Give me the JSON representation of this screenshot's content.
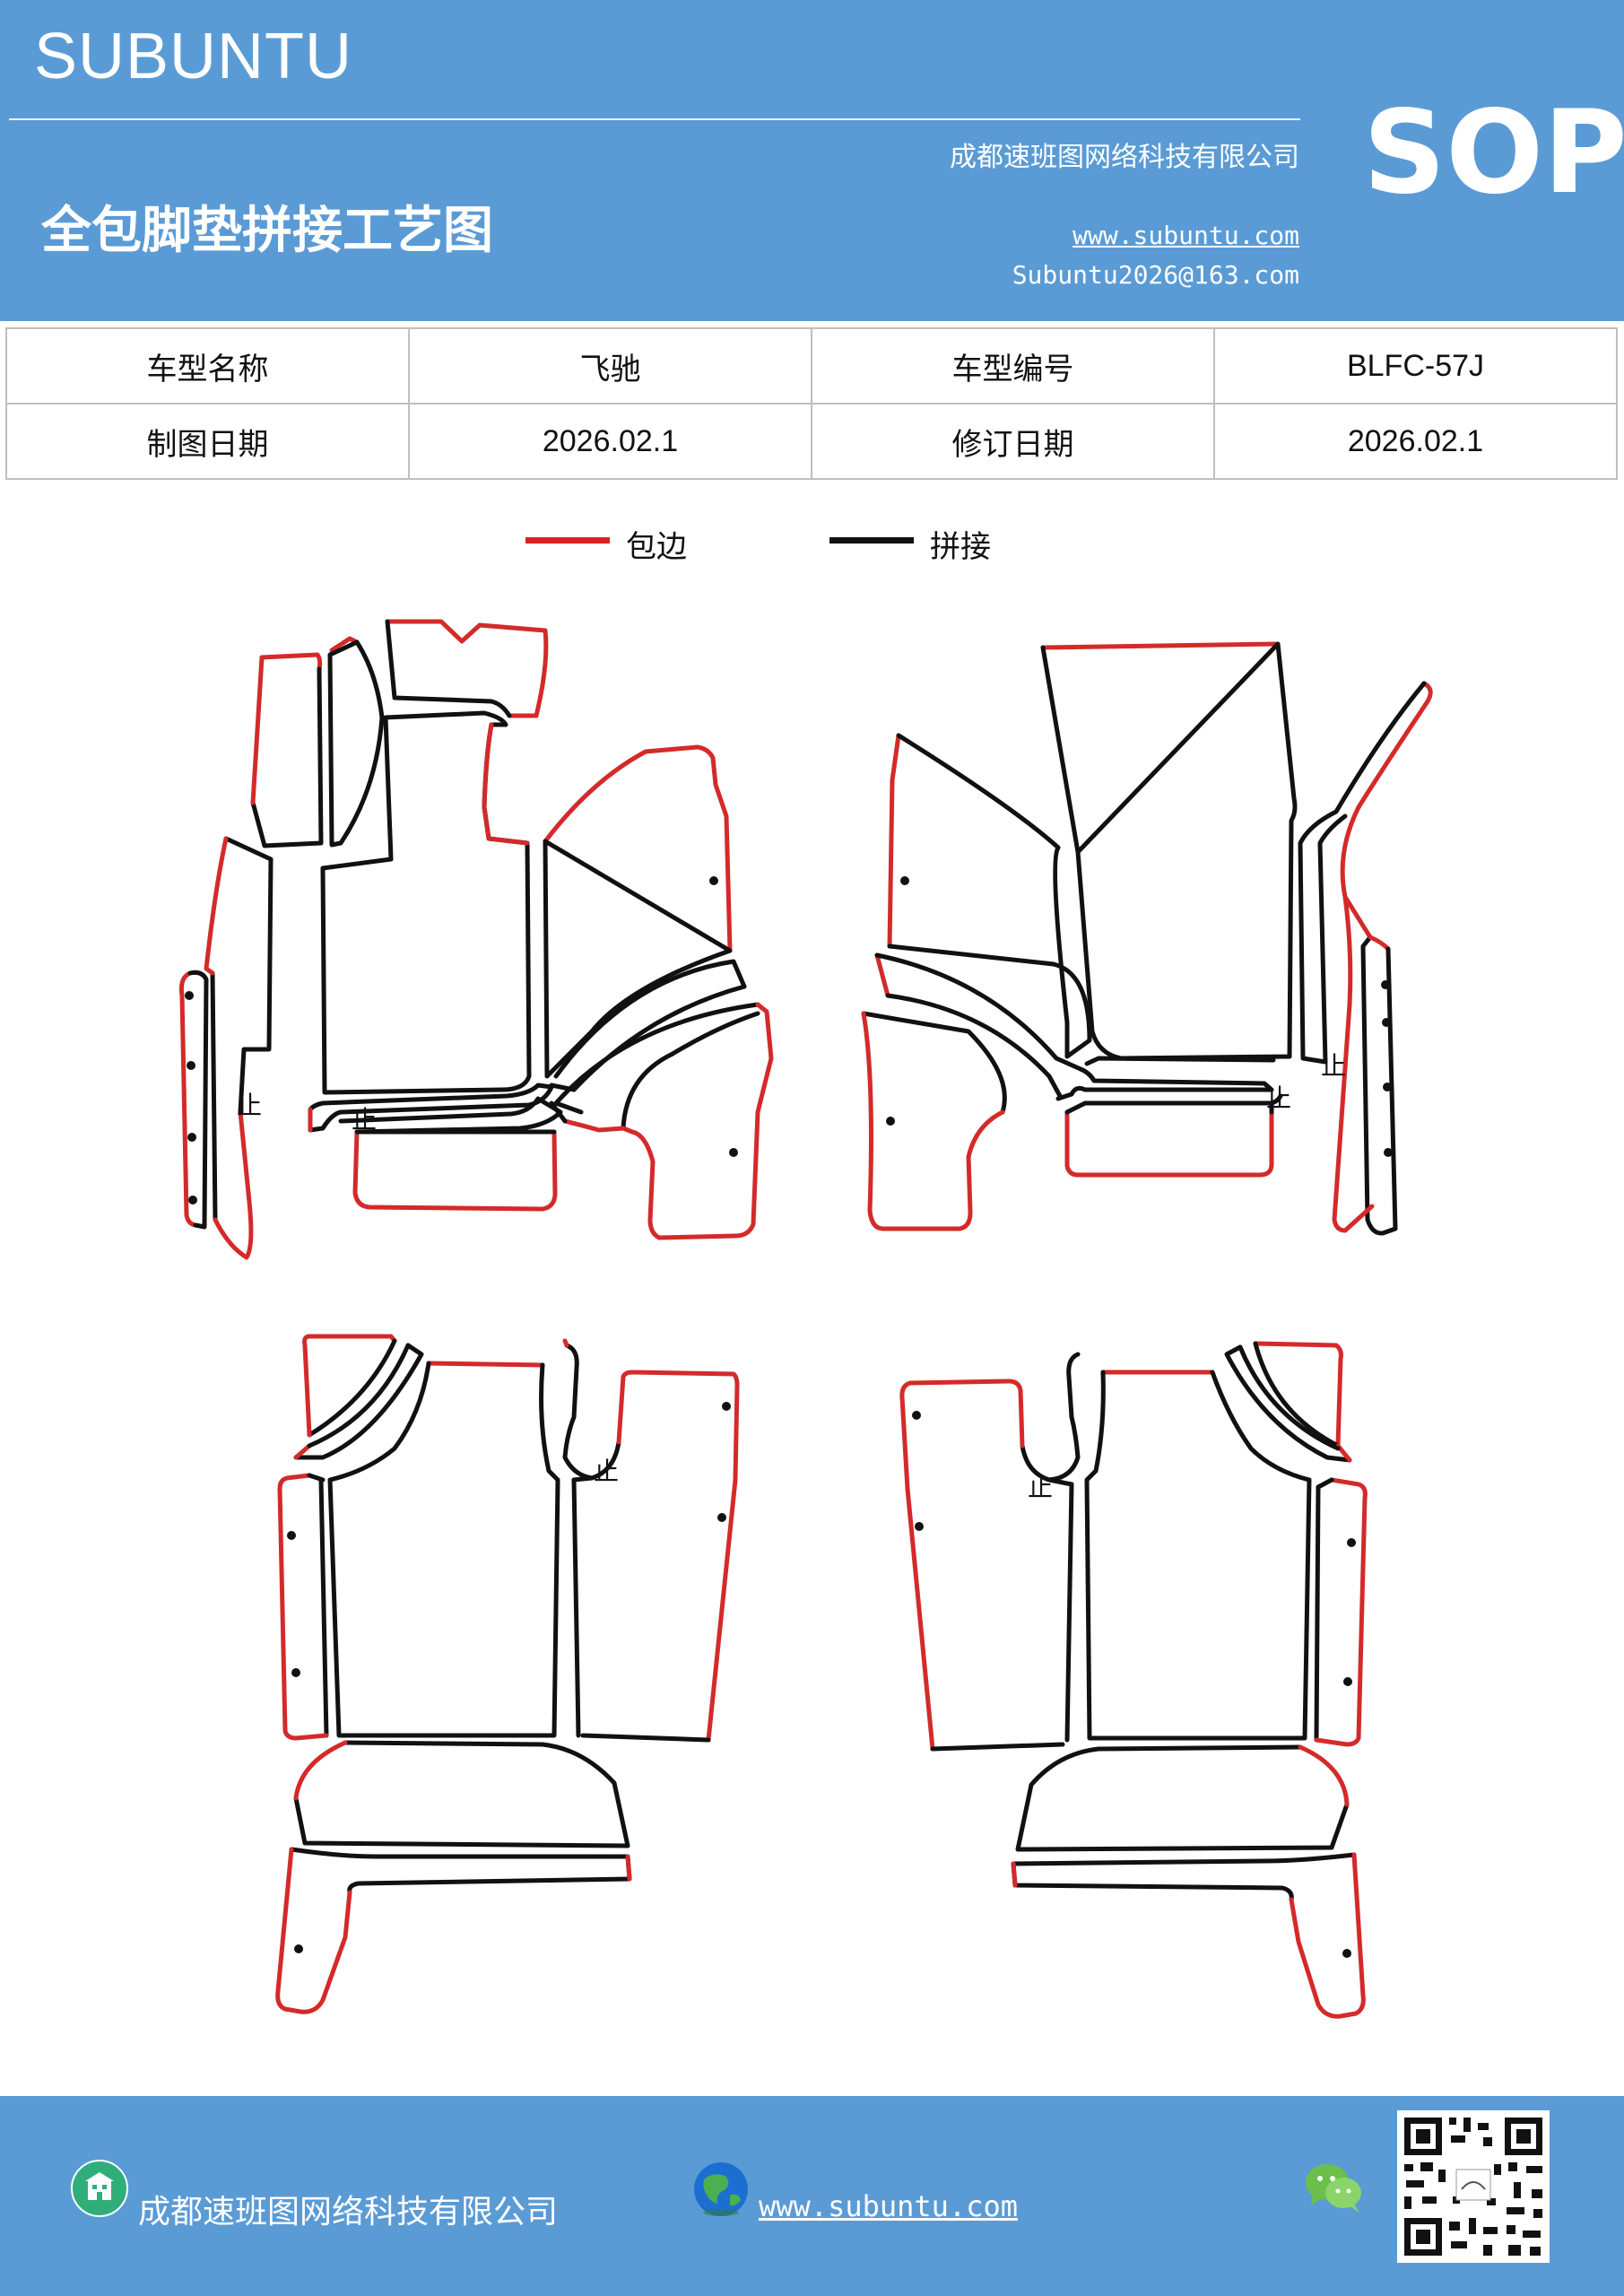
{
  "header": {
    "brand": "SUBUNTU",
    "company": "成都速班图网络科技有限公司",
    "title": "全包脚垫拼接工艺图",
    "website": "www.subuntu.com",
    "email": "Subuntu2026@163.com",
    "badge": "SOP",
    "background_color": "#5b9bd5"
  },
  "info_table": {
    "rows": [
      {
        "label1": "车型名称",
        "value1": "飞驰",
        "label2": "车型编号",
        "value2": "BLFC-57J"
      },
      {
        "label1": "制图日期",
        "value1": "2026.02.1",
        "label2": "修订日期",
        "value2": "2026.02.1"
      }
    ]
  },
  "legend": {
    "items": [
      {
        "label": "包边",
        "color": "#e02020"
      },
      {
        "label": "拼接",
        "color": "#111111"
      }
    ]
  },
  "diagram": {
    "edge_color": "#d42a2a",
    "seam_color": "#111111",
    "stop_mark": "止"
  },
  "footer": {
    "company": "成都速班图网络科技有限公司",
    "website": "www.subuntu.com",
    "icons": [
      "building-icon",
      "globe-icon",
      "wechat-icon",
      "qr-code"
    ]
  }
}
